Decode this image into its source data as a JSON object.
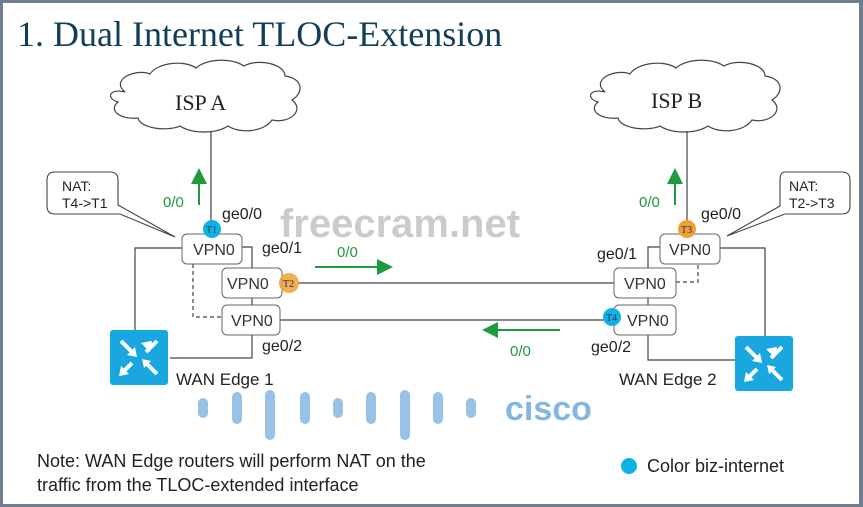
{
  "title": "1. Dual Internet TLOC-Extension",
  "clouds": {
    "isp_a": "ISP A",
    "isp_b": "ISP B"
  },
  "nat_callouts": {
    "left": {
      "line1": "NAT:",
      "line2": "T4->T1"
    },
    "right": {
      "line1": "NAT:",
      "line2": "T2->T3"
    }
  },
  "routers": {
    "edge1": {
      "name": "WAN Edge 1",
      "vpn_label": "VPN0",
      "interfaces": [
        "ge0/0",
        "ge0/1",
        "ge0/2"
      ]
    },
    "edge2": {
      "name": "WAN Edge 2",
      "vpn_label": "VPN0",
      "interfaces": [
        "ge0/0",
        "ge0/1",
        "ge0/2"
      ]
    }
  },
  "tlocs": {
    "t1": {
      "label": "T1",
      "color": "#10b2e4"
    },
    "t2": {
      "label": "T2",
      "color": "#f0a030"
    },
    "t3": {
      "label": "T3",
      "color": "#f0a030"
    },
    "t4": {
      "label": "T4",
      "color": "#10b2e4"
    }
  },
  "routes": {
    "edge1_isp": "0/0",
    "edge2_isp": "0/0",
    "t2_to_edge2": "0/0",
    "t4_to_edge1": "0/0"
  },
  "note": {
    "line1": "Note: WAN Edge routers will perform NAT on the",
    "line2": "traffic from the TLOC-extended interface"
  },
  "legend": {
    "biz_internet": "Color biz-internet",
    "biz_internet_color": "#10b2e4"
  },
  "watermarks": {
    "site": "freecram.net",
    "brand": "cisco"
  },
  "colors": {
    "title": "#123e57",
    "route_arrow": "#1f9a3f",
    "router_icon": "#1aa7e0",
    "orange_tloc": "#f0a030",
    "blue_tloc": "#10b2e4"
  }
}
